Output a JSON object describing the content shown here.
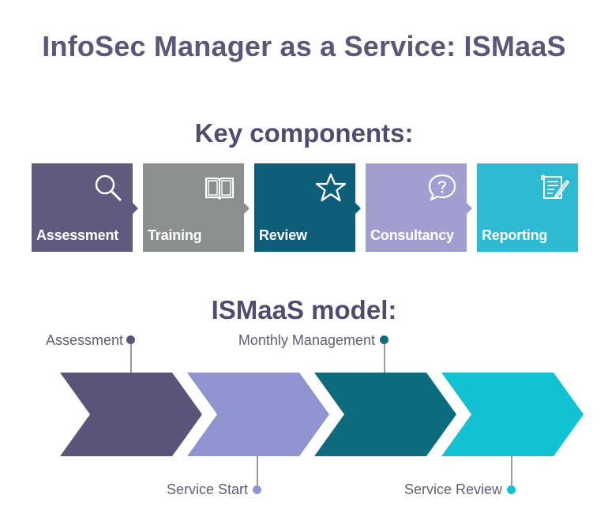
{
  "title": "InfoSec Manager as a Service: ISMaaS",
  "key_components": {
    "heading": "Key components:",
    "items": [
      {
        "label": "Assessment",
        "icon": "magnifier-icon",
        "color": "#5f5b7e"
      },
      {
        "label": "Training",
        "icon": "book-icon",
        "color": "#8a918d"
      },
      {
        "label": "Review",
        "icon": "star-icon",
        "color": "#0d5d78"
      },
      {
        "label": "Consultancy",
        "icon": "speech-bubble-question-icon",
        "color": "#a09fd0"
      },
      {
        "label": "Reporting",
        "icon": "document-pen-icon",
        "color": "#2fbad4"
      }
    ]
  },
  "model": {
    "heading": "ISMaaS model:",
    "stages_colors": [
      "#5a5479",
      "#8f93cf",
      "#0c6b7d",
      "#13c2d2"
    ],
    "annotations_top": [
      {
        "label": "Assessment",
        "color": "#5a5479"
      },
      {
        "label": "Monthly Management",
        "color": "#0c6b7d"
      }
    ],
    "annotations_bottom": [
      {
        "label": "Service Start",
        "color": "#8f93cf"
      },
      {
        "label": "Service Review",
        "color": "#13c2d2"
      }
    ]
  }
}
